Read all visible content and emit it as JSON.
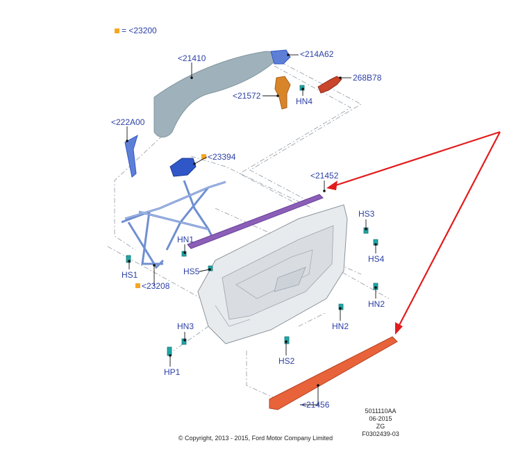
{
  "colors": {
    "label": "#2b3fa6",
    "marker": "#f5a623",
    "arrow": "#e21b1b",
    "glass": "#9fb2bb",
    "fastener": "#1fa7a8",
    "regulator": "#6f8fd1",
    "motor": "#2f57c8",
    "strip": "#8b5fb8",
    "weatherstrip": "#e8633a",
    "bracket": "#d8852a"
  },
  "legend": {
    "text": "= <23200",
    "icon": "orange-square-icon"
  },
  "labels": {
    "p21410": "<21410",
    "p214A62": "<214A62",
    "p268B78": "268B78",
    "p21572": "<21572",
    "hn4": "HN4",
    "p222A00": "<222A00",
    "p23394": "<23394",
    "p21452": "<21452",
    "hs3": "HS3",
    "hs4": "HS4",
    "hn1": "HN1",
    "hs5": "HS5",
    "hs1": "HS1",
    "p23208": "<23208",
    "hn2a": "HN2",
    "hn2b": "HN2",
    "hn3": "HN3",
    "hs2": "HS2",
    "hp1": "HP1",
    "p21456": "<21456"
  },
  "footer": {
    "copyright": "© Copyright, 2013 - 2015, Ford Motor Company Limited",
    "code1": "5011110AA",
    "code2": "06-2015",
    "code3": "ZG",
    "code4": "F0302439-03"
  }
}
